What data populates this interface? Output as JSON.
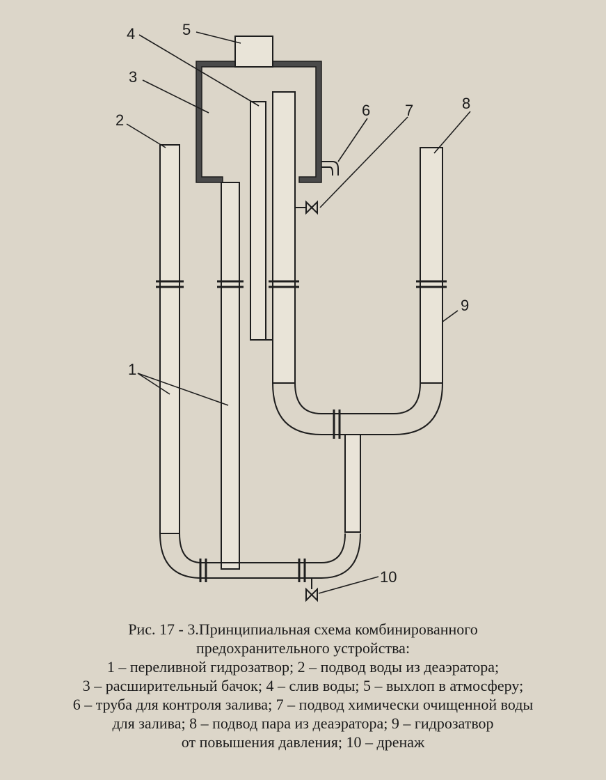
{
  "labels": {
    "n1": "1",
    "n2": "2",
    "n3": "3",
    "n4": "4",
    "n5": "5",
    "n6": "6",
    "n7": "7",
    "n8": "8",
    "n9": "9",
    "n10": "10"
  },
  "caption": {
    "figure": "Рис. 17 - 3.",
    "title_line1": "Принципиальная схема комбинированного",
    "title_line2": "предохранительного устройства:",
    "legend_line1": "1 – переливной гидрозатвор; 2 – подвод воды из деаэратора;",
    "legend_line2": "3 – расширительный бачок; 4 – слив воды; 5 – выхлоп в атмосферу;",
    "legend_line3": "6 – труба для контроля залива; 7 – подвод химически очищенной воды",
    "legend_line4": "для залива; 8 – подвод пара из деаэратора; 9 – гидрозатвор",
    "legend_line5": "от повышения давления; 10 – дренаж"
  }
}
